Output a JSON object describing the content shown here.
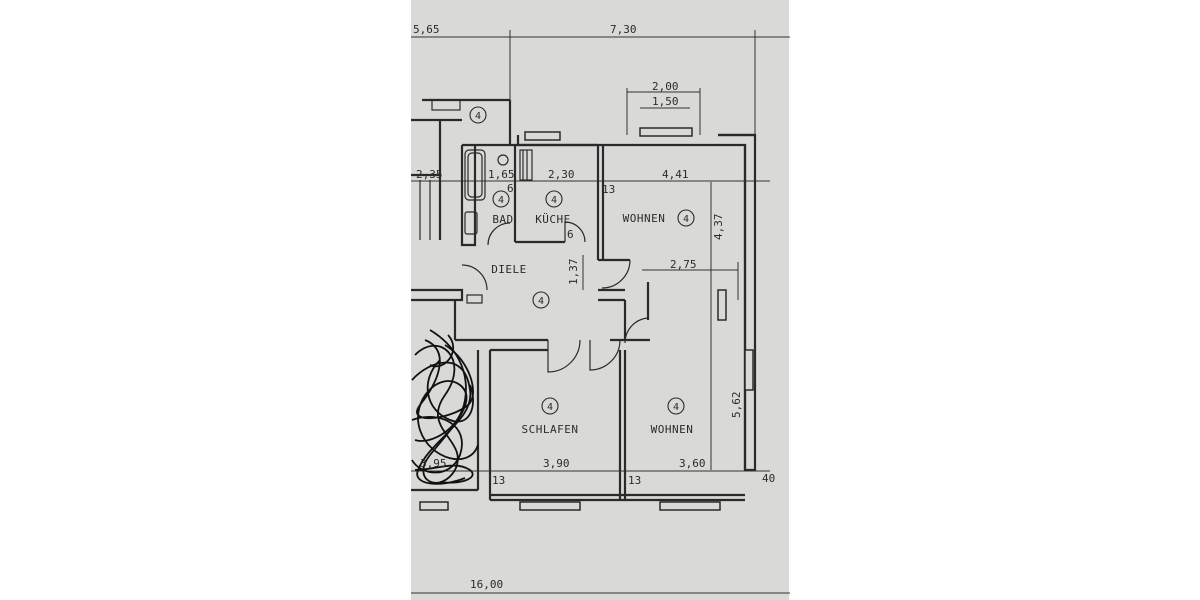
{
  "dimensions": {
    "top_left": "5,65",
    "top_total": "7,30",
    "window_top_outer": "2,00",
    "window_top_inner": "1,50",
    "bath_width": "1,65",
    "kitchen_width": "2,30",
    "living_top_width": "4,41",
    "living_height": "4,37",
    "left_partial": "2,35",
    "diele_height": "1,37",
    "living_bottom_inner": "2,75",
    "living_bottom_height": "5,62",
    "bedroom_width": "3,90",
    "living_bottom_width": "3,60",
    "left_bottom_partial": "3,95",
    "right_edge": "40",
    "wall_13_a": "13",
    "wall_13_b": "13",
    "wall_13_c": "13",
    "wall_6": "6",
    "wall_6_b": "6",
    "overall_width": "16,00"
  },
  "rooms": {
    "bad": "BAD",
    "kueche": "KÜCHE",
    "wohnen_top": "WOHNEN",
    "diele": "DIELE",
    "schlafen": "SCHLAFEN",
    "wohnen_bottom": "WOHNEN"
  },
  "markers": {
    "stair": "4",
    "bad": "4",
    "kueche": "4",
    "wohnen_top": "4",
    "diele": "4",
    "schlafen": "4",
    "wohnen_bottom": "4"
  }
}
